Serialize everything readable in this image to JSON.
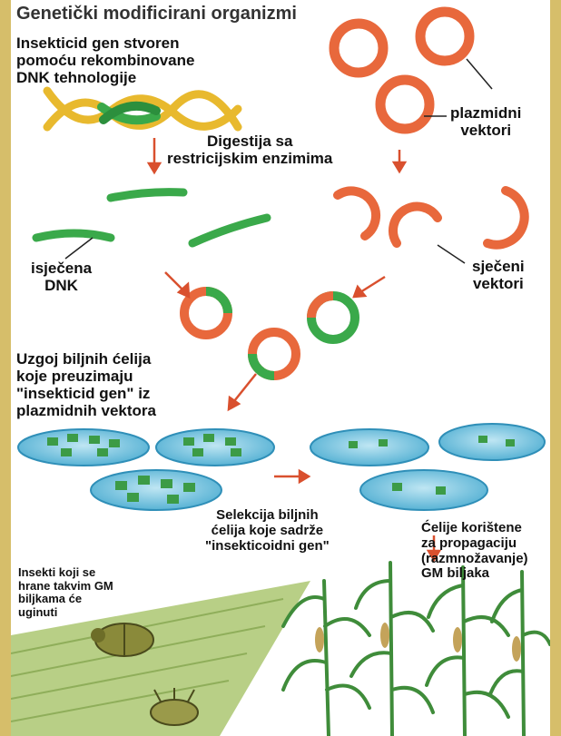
{
  "title": "Genetički modificirani organizmi",
  "labels": {
    "insecticide_gene": "Insekticid gen stvoren\npomoću rekombinovane\nDNK tehnologije",
    "plasmid_vectors": "plazmidni\nvektori",
    "digestion": "Digestija sa\nrestricijskim enzimima",
    "cut_dna": "isječena\nDNK",
    "cut_vectors": "sječeni\nvektori",
    "plant_cells": "Uzgoj biljnih ćelija\nkoje preuzimaju\n\"insekticid gen\" iz\nplazmidnih vektora",
    "selection": "Selekcija biljnih\nćelija koje sadrže\n\"insekticoidni gen\"",
    "propagation": "Ćelije korištene\nza propagaciju\n(razmnožavanje)\nGM biljaka",
    "insects": "Insekti koji se\nhrane takvim GM\nbiljkama će\nuginuti"
  },
  "colors": {
    "plasmid": "#e8683c",
    "dna_green": "#3aa94a",
    "dna_yellow": "#e8b92e",
    "dish": "#5bb7d6",
    "arrow": "#d9502e",
    "frame": "#d6be6a"
  }
}
